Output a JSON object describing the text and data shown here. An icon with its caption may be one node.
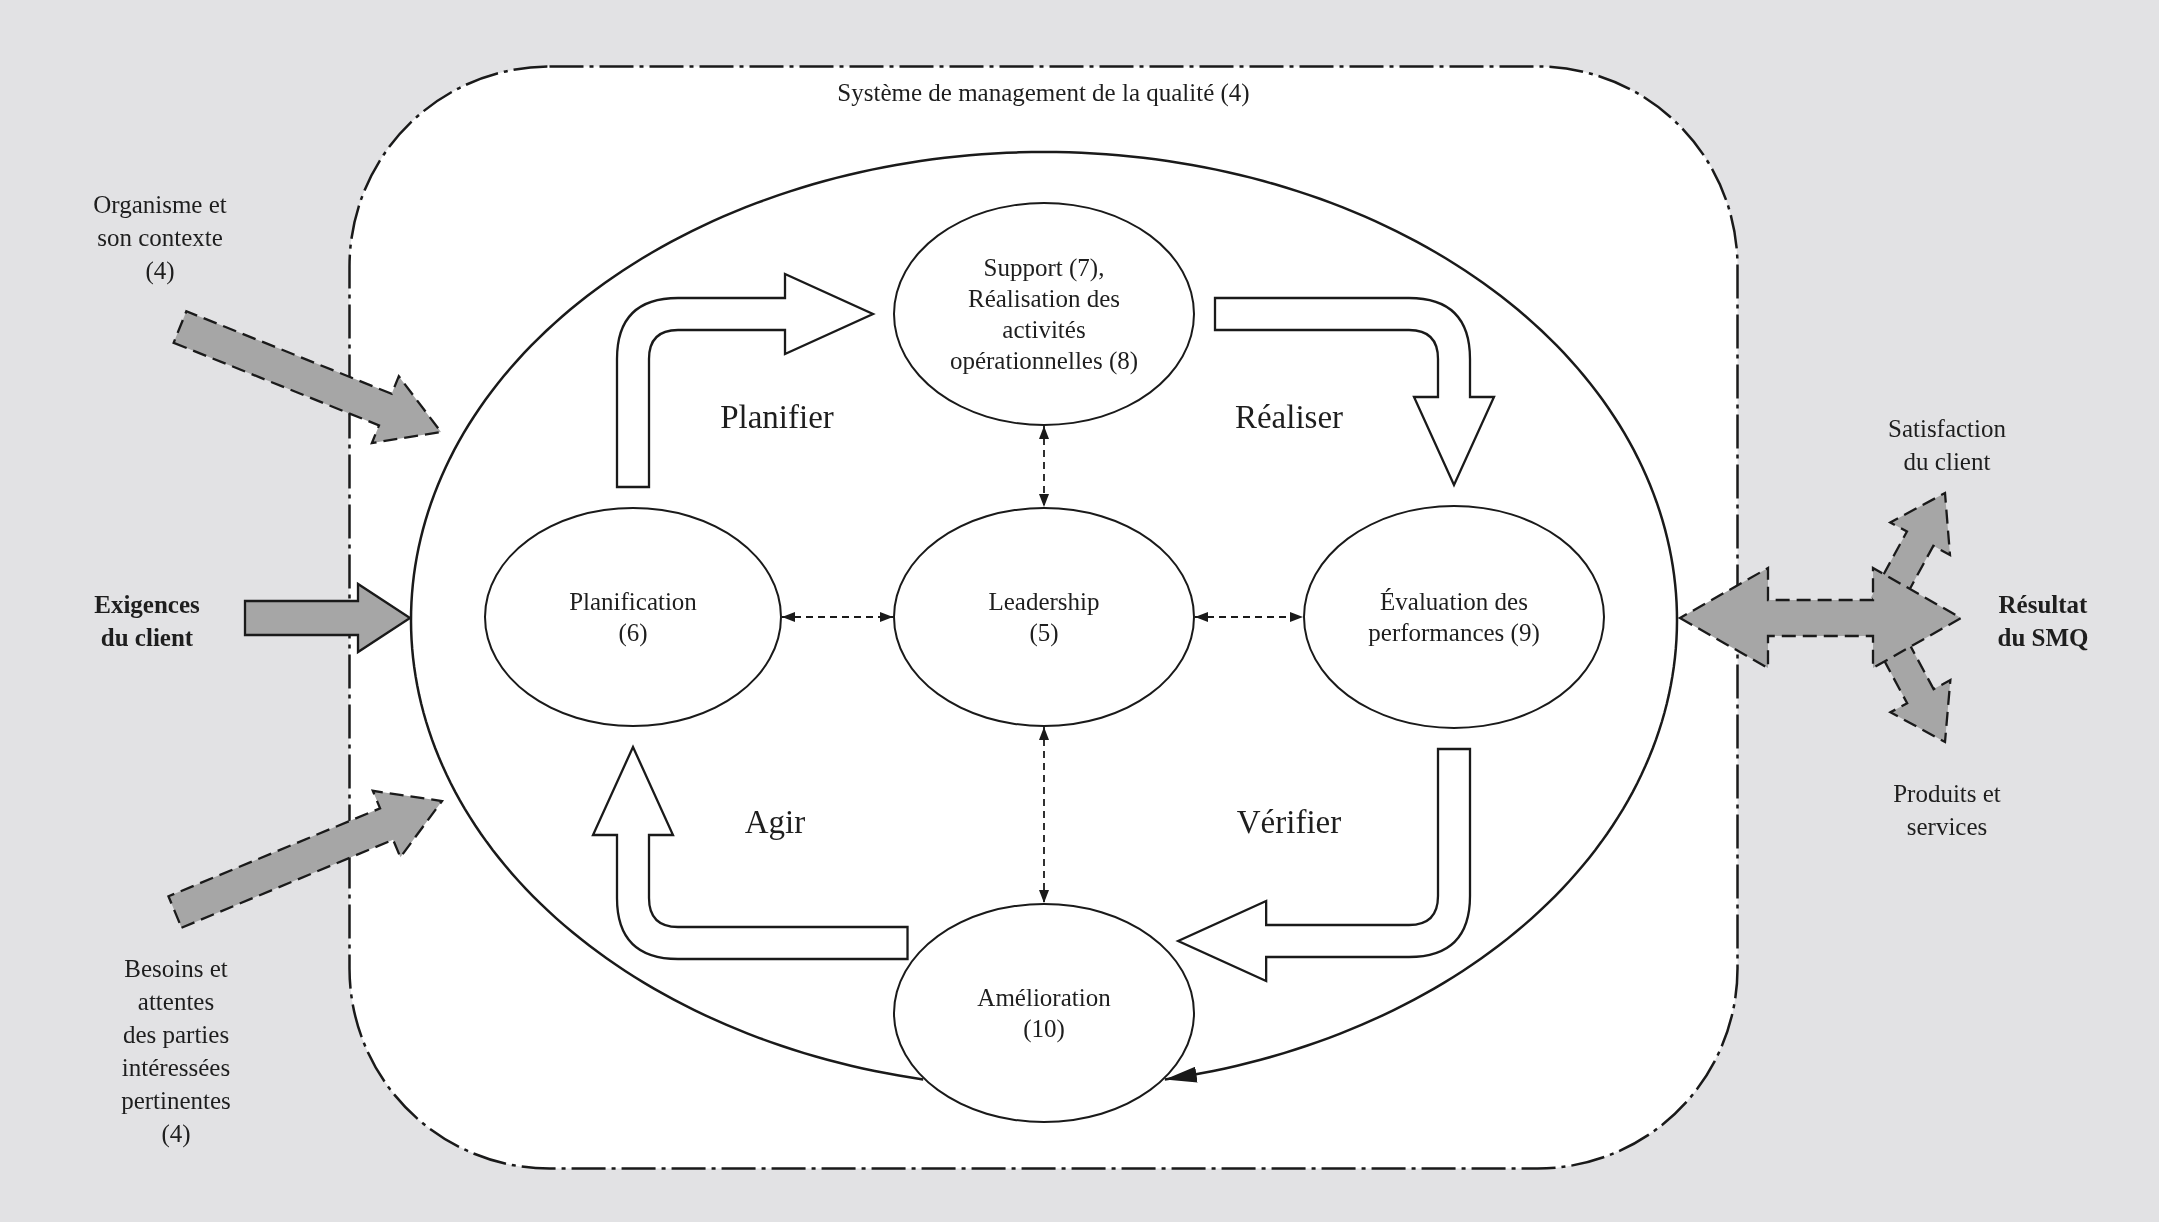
{
  "diagram": {
    "nodes": [
      {
        "text": [
          "Système de management de la qualité (4)"
        ]
      },
      {
        "text": [
          "Organisme et son contexte (4)"
        ]
      },
      {
        "text": [
          "Exigences du client"
        ]
      },
      {
        "text": [
          "Besoins et attentes des parties intéressées pertinentes (4)"
        ]
      },
      {
        "text": [
          "Support (7), Réalisation des activités opérationnelles (8)"
        ],
        "in": 0
      },
      {
        "text": [
          "Planification (6)"
        ],
        "in": 0
      },
      {
        "text": [
          "Leadership (5)"
        ],
        "in": 0
      },
      {
        "text": [
          "Évaluation des performances (9)"
        ],
        "in": 0
      },
      {
        "text": [
          "Amélioration (10)"
        ],
        "in": 0
      },
      {
        "text": [
          "Satisfaction du client"
        ]
      },
      {
        "text": [
          "Résultat du SMQ"
        ]
      },
      {
        "text": [
          "Produits et services"
        ]
      }
    ],
    "edges": [
      {
        "from": 1,
        "to": null,
        "arrow": "to",
        "style": "dashed",
        "color": "#a6a6a6"
      },
      {
        "from": 2,
        "to": null,
        "arrow": "to",
        "color": "#a6a6a6"
      },
      {
        "from": 3,
        "to": null,
        "arrow": "to",
        "style": "dashed",
        "color": "#a6a6a6"
      },
      {
        "from": 5,
        "to": 4,
        "arrow": "to",
        "style": "thick",
        "label": "Planifier"
      },
      {
        "from": 4,
        "to": 7,
        "arrow": "to",
        "style": "thick",
        "label": "Réaliser"
      },
      {
        "from": 7,
        "to": 8,
        "arrow": "to",
        "style": "thick",
        "label": "Vérifier"
      },
      {
        "from": 8,
        "to": 5,
        "arrow": "to",
        "style": "thick",
        "label": "Agir"
      },
      {
        "from": 4,
        "to": 6,
        "arrow": "both",
        "style": "dashed"
      },
      {
        "from": 5,
        "to": 6,
        "arrow": "both",
        "style": "dashed"
      },
      {
        "from": 6,
        "to": 7,
        "arrow": "both",
        "style": "dashed"
      },
      {
        "from": 6,
        "to": 8,
        "arrow": "both",
        "style": "dashed"
      },
      {
        "from": 8,
        "to": 8,
        "arrow": "to"
      },
      {
        "from": null,
        "to": 9,
        "arrow": "to",
        "style": "dashed",
        "color": "#a6a6a6"
      },
      {
        "from": null,
        "to": 11,
        "arrow": "to",
        "style": "dashed",
        "color": "#a6a6a6"
      },
      {
        "from": null,
        "to": 10,
        "arrow": "both",
        "style": "dashed",
        "color": "#a6a6a6"
      }
    ]
  }
}
